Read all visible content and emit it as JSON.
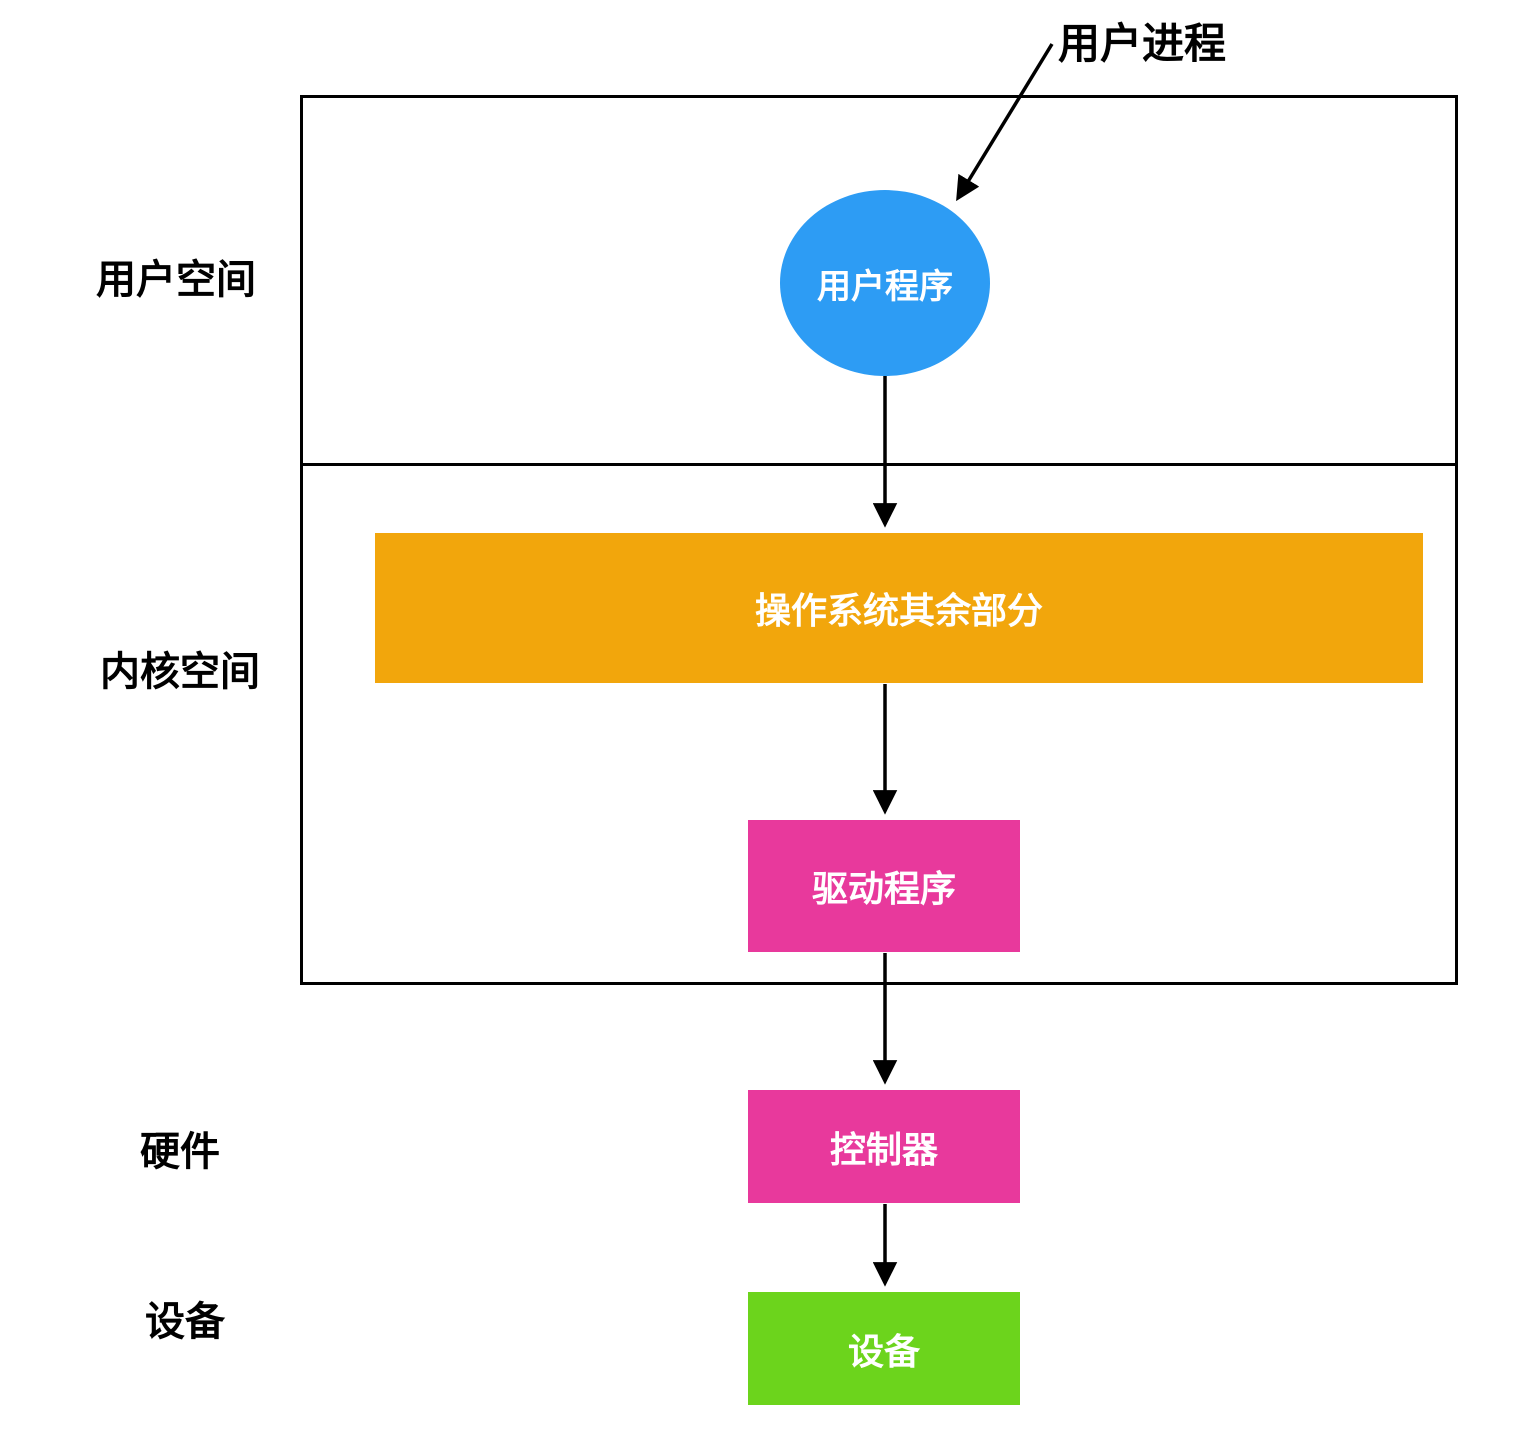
{
  "diagram": {
    "title_label": "用户进程",
    "labels": {
      "user_space": "用户空间",
      "kernel_space": "内核空间",
      "hardware": "硬件",
      "device_row": "设备"
    },
    "nodes": {
      "user_program": "用户程序",
      "os_rest": "操作系统其余部分",
      "driver": "驱动程序",
      "controller": "控制器",
      "device": "设备"
    },
    "colors": {
      "user_program": "#2D9CF4",
      "os_rest": "#F2A60C",
      "driver": "#E8399C",
      "controller": "#E8399C",
      "device": "#6CD41C",
      "line": "#000000",
      "text_on_node": "#ffffff"
    }
  }
}
